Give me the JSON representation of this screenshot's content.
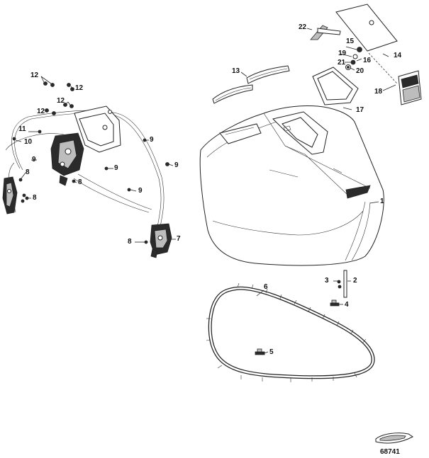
{
  "callouts": {
    "c1": "1",
    "c2": "2",
    "c3": "3",
    "c4": "4",
    "c5": "5",
    "c6": "6",
    "c7": "7",
    "c8a": "8",
    "c8b": "8",
    "c8c": "8",
    "c8d": "8",
    "c9a": "9",
    "c9b": "9",
    "c9c": "9",
    "c9d": "9",
    "c9e": "9",
    "c10": "10",
    "c11": "11",
    "c12a": "12",
    "c12b": "12",
    "c12c": "12",
    "c12d": "12",
    "c13": "13",
    "c14": "14",
    "c15": "15",
    "c16": "16",
    "c17": "17",
    "c18": "18",
    "c19": "19",
    "c20": "20",
    "c21": "21",
    "c22": "22"
  },
  "figure_number": "68741"
}
